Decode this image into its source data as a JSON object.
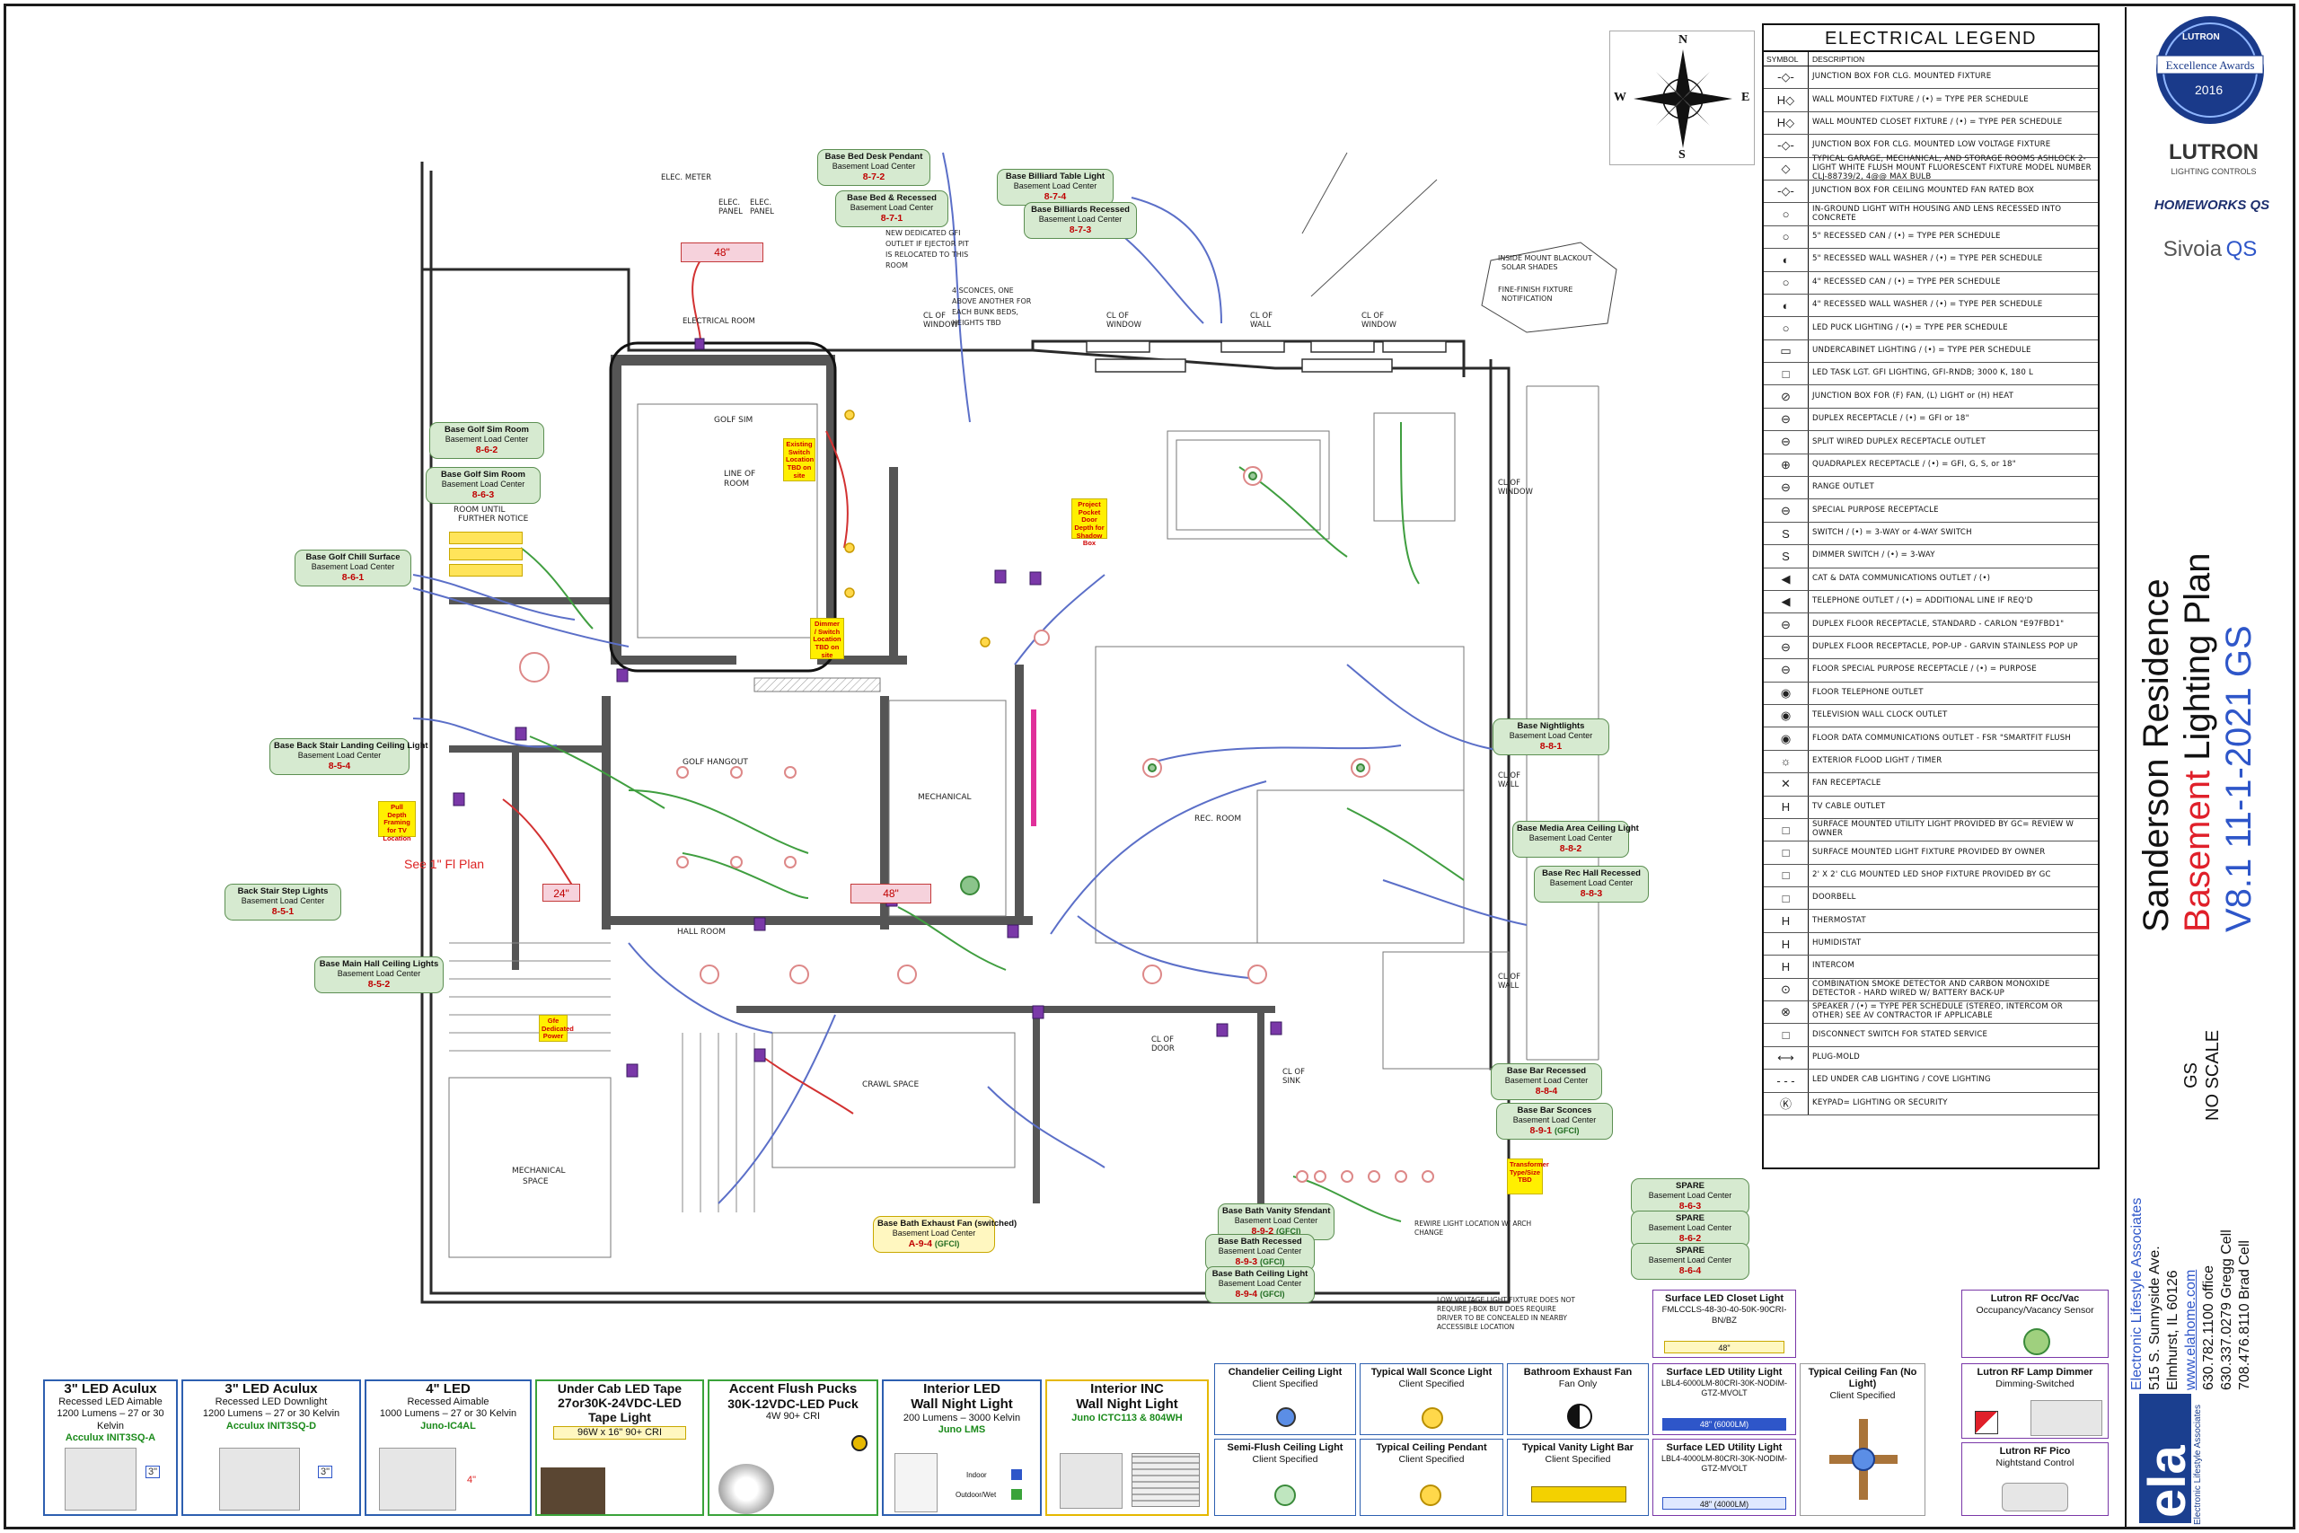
{
  "project": {
    "title": "Sanderson Residence",
    "subtitle_red": "Basement",
    "subtitle_rest": " Lighting Plan",
    "version": "V8.1 11-1-2021 GS",
    "drawn_by": "GS",
    "scale": "NO SCALE"
  },
  "company": {
    "name": "Electronic Lifestyle Associates",
    "address1": "515 S. Sunnyside Ave.",
    "address2": "Elmhurst, IL 60126",
    "web": "www.elahome.com",
    "office": "630.782.1100 office",
    "cell1": "630.337.0279 Gregg Cell",
    "cell2": "708.476.8110 Brad Cell",
    "logo_text": "ela",
    "logo_caption": "Electronic Lifestyle Associates"
  },
  "badges": {
    "lutron_award_top": "LUTRON",
    "lutron_award_name": "Excellence Awards",
    "lutron_award_year": "2016",
    "lutron_logo": "LUTRON",
    "lutron_tagline": "LIGHTING CONTROLS",
    "homeworks": "HOMEWORKS QS",
    "sivoia": "Sivoia",
    "sivoia_qs": "QS"
  },
  "compass": {
    "n": "N",
    "s": "S",
    "e": "E",
    "w": "W"
  },
  "legend": {
    "title": "ELECTRICAL LEGEND",
    "col_symbol": "SYMBOL",
    "col_desc": "DESCRIPTION",
    "items": [
      {
        "sym": "-◇-",
        "desc": "JUNCTION BOX FOR CLG. MOUNTED FIXTURE"
      },
      {
        "sym": "H◇",
        "desc": "WALL MOUNTED FIXTURE / (•) = TYPE PER SCHEDULE"
      },
      {
        "sym": "H◇",
        "desc": "WALL MOUNTED CLOSET FIXTURE / (•) = TYPE PER SCHEDULE"
      },
      {
        "sym": "-◇-",
        "desc": "JUNCTION BOX FOR CLG. MOUNTED LOW VOLTAGE FIXTURE"
      },
      {
        "sym": "◇",
        "desc": "TYPICAL GARAGE, MECHANICAL, AND STORAGE ROOMS ASHLOCK 2-LIGHT WHITE FLUSH MOUNT FLUORESCENT FIXTURE MODEL NUMBER CLJ-88739/2, 4@@ MAX BULB"
      },
      {
        "sym": "-◇-",
        "desc": "JUNCTION BOX FOR CEILING MOUNTED FAN RATED BOX"
      },
      {
        "sym": "○",
        "desc": "IN-GROUND LIGHT WITH HOUSING AND LENS RECESSED INTO CONCRETE"
      },
      {
        "sym": "○",
        "desc": "5\" RECESSED CAN / (•) = TYPE PER SCHEDULE"
      },
      {
        "sym": "◐",
        "desc": "5\" RECESSED WALL WASHER / (•) = TYPE PER SCHEDULE"
      },
      {
        "sym": "○",
        "desc": "4\" RECESSED CAN / (•) = TYPE PER SCHEDULE"
      },
      {
        "sym": "◐",
        "desc": "4\" RECESSED WALL WASHER / (•) = TYPE PER SCHEDULE"
      },
      {
        "sym": "○",
        "desc": "LED PUCK LIGHTING / (•) = TYPE PER SCHEDULE"
      },
      {
        "sym": "▭",
        "desc": "UNDERCABINET LIGHTING / (•) = TYPE PER SCHEDULE"
      },
      {
        "sym": "□",
        "desc": "LED TASK LGT. GFI LIGHTING, GFI-RNDB; 3000 K, 180 L"
      },
      {
        "sym": "⊘",
        "desc": "JUNCTION BOX FOR (F) FAN, (L) LIGHT or (H) HEAT"
      },
      {
        "sym": "⊖",
        "desc": "DUPLEX RECEPTACLE / (•) = GFI or 18\""
      },
      {
        "sym": "⊖",
        "desc": "SPLIT WIRED DUPLEX RECEPTACLE OUTLET"
      },
      {
        "sym": "⊕",
        "desc": "QUADRAPLEX RECEPTACLE / (•) = GFI, G, S, or 18\""
      },
      {
        "sym": "⊖",
        "desc": "RANGE OUTLET"
      },
      {
        "sym": "⊖",
        "desc": "SPECIAL PURPOSE RECEPTACLE"
      },
      {
        "sym": "S",
        "desc": "SWITCH / (•) = 3-WAY or 4-WAY SWITCH"
      },
      {
        "sym": "S",
        "desc": "DIMMER SWITCH / (•) = 3-WAY"
      },
      {
        "sym": "◀",
        "desc": "CAT & DATA COMMUNICATIONS OUTLET / (•)"
      },
      {
        "sym": "◀",
        "desc": "TELEPHONE OUTLET / (•) = ADDITIONAL LINE IF REQ'D"
      },
      {
        "sym": "⊖",
        "desc": "DUPLEX FLOOR RECEPTACLE, STANDARD - CARLON \"E97FBD1\""
      },
      {
        "sym": "⊖",
        "desc": "DUPLEX FLOOR RECEPTACLE, POP-UP - GARVIN STAINLESS POP UP"
      },
      {
        "sym": "⊖",
        "desc": "FLOOR SPECIAL PURPOSE RECEPTACLE / (•) = PURPOSE"
      },
      {
        "sym": "◉",
        "desc": "FLOOR TELEPHONE OUTLET"
      },
      {
        "sym": "◉",
        "desc": "TELEVISION WALL CLOCK OUTLET"
      },
      {
        "sym": "◉",
        "desc": "FLOOR DATA COMMUNICATIONS OUTLET - FSR \"SMARTFIT FLUSH"
      },
      {
        "sym": "☼",
        "desc": "EXTERIOR FLOOD LIGHT / TIMER"
      },
      {
        "sym": "✕",
        "desc": "FAN RECEPTACLE"
      },
      {
        "sym": "H",
        "desc": "TV CABLE OUTLET"
      },
      {
        "sym": "□",
        "desc": "SURFACE MOUNTED UTILITY LIGHT PROVIDED BY GC= REVIEW W OWNER"
      },
      {
        "sym": "□",
        "desc": "SURFACE MOUNTED LIGHT FIXTURE PROVIDED BY OWNER"
      },
      {
        "sym": "□",
        "desc": "2' X 2' CLG MOUNTED LED SHOP FIXTURE PROVIDED BY GC"
      },
      {
        "sym": "□",
        "desc": "DOORBELL"
      },
      {
        "sym": "H",
        "desc": "THERMOSTAT"
      },
      {
        "sym": "H",
        "desc": "HUMIDISTAT"
      },
      {
        "sym": "H",
        "desc": "INTERCOM"
      },
      {
        "sym": "⊙",
        "desc": "COMBINATION SMOKE DETECTOR AND CARBON MONOXIDE DETECTOR - HARD WIRED W/ BATTERY BACK-UP"
      },
      {
        "sym": "⊗",
        "desc": "SPEAKER / (•) = TYPE PER SCHEDULE (STEREO, INTERCOM OR OTHER) SEE AV CONTRACTOR IF APPLICABLE"
      },
      {
        "sym": "□",
        "desc": "DISCONNECT SWITCH FOR STATED SERVICE"
      },
      {
        "sym": "⟷",
        "desc": "PLUG-MOLD"
      },
      {
        "sym": "- - -",
        "desc": "LED UNDER CAB LIGHTING / COVE LIGHTING"
      },
      {
        "sym": "Ⓚ",
        "desc": "KEYPAD= LIGHTING OR SECURITY"
      }
    ]
  },
  "callouts": [
    {
      "id": "c1",
      "title": "Base Bed Desk Pendant",
      "sub": "Basement Load Center",
      "circuit": "8-7-2"
    },
    {
      "id": "c2",
      "title": "Base Bed & Recessed",
      "sub": "Basement Load Center",
      "circuit": "8-7-1"
    },
    {
      "id": "c3",
      "title": "Base Billiard Table Light",
      "sub": "Basement Load Center",
      "circuit": "8-7-4"
    },
    {
      "id": "c4",
      "title": "Base Billiards Recessed",
      "sub": "Basement Load Center",
      "circuit": "8-7-3"
    },
    {
      "id": "c5",
      "title": "Base Golf Sim Room",
      "sub": "Basement Load Center",
      "circuit": "8-6-2"
    },
    {
      "id": "c6",
      "title": "Base Golf Sim Room",
      "sub": "Basement Load Center",
      "circuit": "8-6-3"
    },
    {
      "id": "c7",
      "title": "Base Golf Chill Surface",
      "sub": "Basement Load Center",
      "circuit": "8-6-1"
    },
    {
      "id": "c8",
      "title": "Base Back Stair Landing Ceiling Light",
      "sub": "Basement Load Center",
      "circuit": "8-5-4"
    },
    {
      "id": "c9",
      "title": "Back Stair Step Lights",
      "sub": "Basement Load Center",
      "circuit": "8-5-1"
    },
    {
      "id": "c10",
      "title": "Base Main Hall Ceiling Lights",
      "sub": "Basement Load Center",
      "circuit": "8-5-2"
    },
    {
      "id": "c11",
      "title": "Base Nightlights",
      "sub": "Basement Load Center",
      "circuit": "8-8-1"
    },
    {
      "id": "c12",
      "title": "Base Media Area Ceiling Light",
      "sub": "Basement Load Center",
      "circuit": "8-8-2"
    },
    {
      "id": "c13",
      "title": "Base Rec Hall Recessed",
      "sub": "Basement Load Center",
      "circuit": "8-8-3"
    },
    {
      "id": "c14",
      "title": "Base Bar Recessed",
      "sub": "Basement Load Center",
      "circuit": "8-8-4"
    },
    {
      "id": "c15",
      "title": "Base Bar Sconces",
      "sub": "Basement Load Center",
      "circuit": "8-9-1",
      "extra": "(GFCI)"
    },
    {
      "id": "c16",
      "title": "Base Bath Vanity Sfendant",
      "sub": "Basement Load Center",
      "circuit": "8-9-2",
      "extra": "(GFCI)"
    },
    {
      "id": "c17",
      "title": "Base Bath Recessed",
      "sub": "Basement Load Center",
      "circuit": "8-9-3",
      "extra": "(GFCI)"
    },
    {
      "id": "c18",
      "title": "Base Bath Ceiling Light",
      "sub": "Basement Load Center",
      "circuit": "8-9-4",
      "extra": "(GFCI)"
    },
    {
      "id": "c19",
      "title": "Base Bath Exhaust Fan (switched)",
      "sub": "Basement Load Center",
      "circuit": "A-9-4",
      "extra": "(GFCI)"
    },
    {
      "id": "c20",
      "title": "SPARE",
      "sub": "Basement Load Center",
      "circuit": "8-6-3"
    },
    {
      "id": "c21",
      "title": "SPARE",
      "sub": "Basement Load Center",
      "circuit": "8-6-2"
    },
    {
      "id": "c22",
      "title": "SPARE",
      "sub": "Basement Load Center",
      "circuit": "8-6-4"
    }
  ],
  "notes": {
    "elec_meter": "ELEC. METER",
    "elec_panel": "ELEC. PANEL",
    "elec_panel2": "ELEC. PANEL",
    "elec_room": "ELECTRICAL ROOM",
    "ejector_note": "NEW DEDICATED GFI OUTLET IF EJECTOR PIT IS RELOCATED TO THIS ROOM",
    "sconce_note": "4 SCONCES, ONE ABOVE ANOTHER FOR EACH BUNK BEDS, HEIGHTS TBD",
    "blackout_note": "INSIDE MOUNT BLACKOUT SOLAR SHADES\nFINE-FINISH FIXTURE NOTIFICATION",
    "room_until": "ROOM UNTIL FURTHER NOTICE",
    "golf_sim": "GOLF SIM",
    "line_of_room": "LINE OF ROOM",
    "golf_hangout": "GOLF HANGOUT",
    "mechanical": "MECHANICAL",
    "rec_room": "REC. ROOM",
    "hall_room": "HALL ROOM",
    "crawl_space": "CRAWL SPACE",
    "mechanical_space": "MECHANICAL SPACE",
    "cl_of_window": "CL OF WINDOW",
    "cl_of_wall": "CL OF WALL",
    "cl_of_door": "CL OF DOOR",
    "cl_of_sink": "CL OF SINK",
    "dim_48a": "48\"",
    "dim_48b": "48\"",
    "dim_24": "24\"",
    "see_fl_plan": "See 1\" Fl Plan",
    "ynote1": "Existing Switch Location TBD on site",
    "ynote2": "Project Pocket Door Depth for Shadow Box",
    "ynote3": "Dimmer / Switch Location TBD on site",
    "ynote4": "Pull Depth Framing for TV Location",
    "ynote5": "Gfe Dedicated Power",
    "ynote6": "Transformer Type/Size TBD",
    "nightlight_note": "REWIRE LIGHT LOCATION W/ ARCH CHANGE",
    "lv_note": "LOW VOLTAGE LIGHT FIXTURE DOES NOT REQUIRE J-BOX BUT DOES REQUIRE DRIVER TO BE CONCEALED IN NEARBY ACCESSIBLE LOCATION"
  },
  "products": [
    {
      "id": "p1",
      "head": "3\" LED Aculux",
      "l1": "Recessed LED Aimable",
      "l2": "1200 Lumens – 27 or 30 Kelvin",
      "model": "Acculux INIT3SQ-A",
      "tag": "3\""
    },
    {
      "id": "p2",
      "head": "3\" LED Aculux",
      "l1": "Recessed LED Downlight",
      "l2": "1200 Lumens – 27 or 30 Kelvin",
      "model": "Acculux INIT3SQ-D",
      "tag": "3\""
    },
    {
      "id": "p3",
      "head": "4\" LED",
      "l1": "Recessed Aimable",
      "l2": "1000 Lumens – 27 or 30 Kelvin",
      "model": "Juno-IC4AL",
      "tag": "4\""
    },
    {
      "id": "p4",
      "head": "Under Cab LED Tape",
      "l1": "27or30K-24VDC-LED",
      "l2": "Tape Light",
      "model": "96W x 16\"  90+ CRI"
    },
    {
      "id": "p5",
      "head": "Accent Flush Pucks",
      "l1": "30K-12VDC-LED Puck",
      "l2": "4W   90+ CRI"
    },
    {
      "id": "p6",
      "head": "Interior LED",
      "l1": "Wall Night Light",
      "l2": "200 Lumens – 3000 Kelvin",
      "model": "Juno LMS",
      "indoor": "Indoor",
      "outdoor": "Outdoor/Wet"
    },
    {
      "id": "p7",
      "head": "Interior INC",
      "l1": "Wall Night Light",
      "model": "Juno ICTC113 & 804WH"
    }
  ],
  "small_cards": [
    {
      "id": "s1",
      "head": "Chandelier Ceiling Light",
      "sub": "Client Specified"
    },
    {
      "id": "s2",
      "head": "Typical Wall Sconce Light",
      "sub": "Client Specified"
    },
    {
      "id": "s3",
      "head": "Bathroom Exhaust Fan",
      "sub": "Fan Only"
    },
    {
      "id": "s4",
      "head": "Surface LED Utility Light",
      "sub": "LBL4-6000LM-80CRI-30K-NODIM-GTZ-MVOLT",
      "tag": "48\" (6000LM)"
    },
    {
      "id": "s5",
      "head": "Semi-Flush Ceiling Light",
      "sub": "Client Specified"
    },
    {
      "id": "s6",
      "head": "Typical Ceiling Pendant",
      "sub": "Client Specified"
    },
    {
      "id": "s7",
      "head": "Typical Vanity Light Bar",
      "sub": "Client Specified"
    },
    {
      "id": "s8",
      "head": "Surface LED Utility Light",
      "sub": "LBL4-4000LM-80CRI-30K-NODIM-GTZ-MVOLT",
      "tag": "48\" (4000LM)"
    },
    {
      "id": "s9",
      "head": "Typical Ceiling Fan (No Light)",
      "sub": "Client Specified"
    },
    {
      "id": "s10",
      "head": "Surface LED Closet Light",
      "sub": "FMLCCLS-48-30-40-50K-90CRI-BN/BZ",
      "tag": "48\""
    },
    {
      "id": "s11",
      "head": "Lutron RF Occ/Vac",
      "sub": "Occupancy/Vacancy Sensor"
    },
    {
      "id": "s12",
      "head": "Lutron RF Lamp Dimmer",
      "sub": "Dimming-Switched"
    },
    {
      "id": "s13",
      "head": "Lutron RF Pico",
      "sub": "Nightstand Control"
    }
  ],
  "colors": {
    "wire_blue": "#5b6fc8",
    "wire_green": "#3f9e3f",
    "wire_red": "#d23131",
    "wall": "#2a2a2a",
    "callout_fill": "#d6ead0",
    "callout_stroke": "#5c8f52",
    "accent_red": "#e0202a",
    "accent_navy": "#1b2f7a",
    "accent_blue": "#2e56c9"
  }
}
